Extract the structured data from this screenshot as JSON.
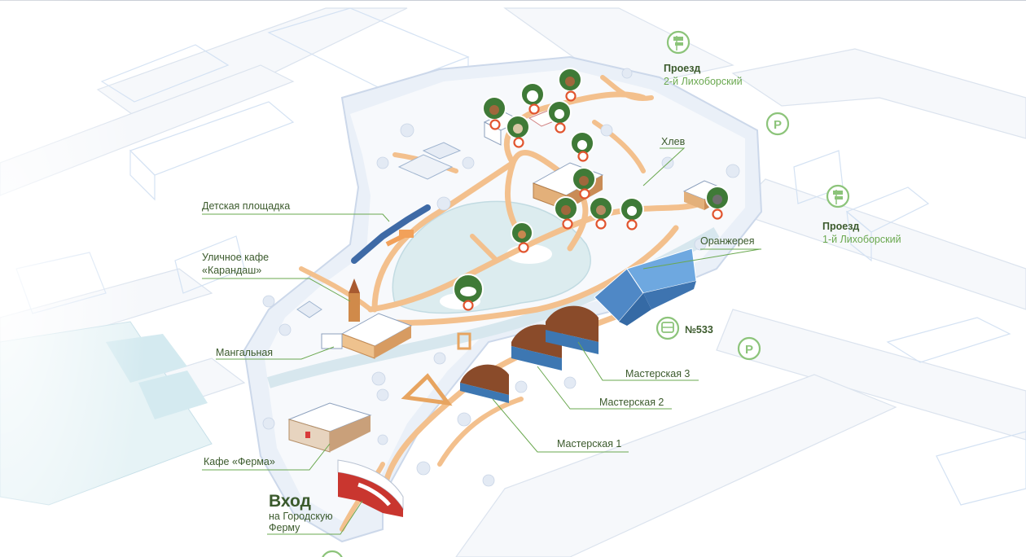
{
  "labels": {
    "proezd2_title": "Проезд",
    "proezd2_sub": "2-й Лихоборский",
    "proezd1_title": "Проезд",
    "proezd1_sub": "1-й Лихоборский",
    "hlev": "Хлев",
    "playground": "Детская площадка",
    "street_cafe_line1": "Уличное кафе",
    "street_cafe_line2": "«Карандаш»",
    "greenhouse": "Оранжерея",
    "bus": "№533",
    "grill": "Мангальная",
    "workshop3": "Мастерская 3",
    "workshop2": "Мастерская 2",
    "workshop1": "Мастерская 1",
    "cafe_farm": "Кафе «Ферма»",
    "entrance_title": "Вход",
    "entrance_sub1": "на Городскую",
    "entrance_sub2": "Ферму"
  },
  "icons": {
    "parking": "P",
    "signpost": "signpost-icon",
    "bus": "bus-icon",
    "animal": "animal-icon"
  },
  "colors": {
    "label_text": "#3b5a2c",
    "accent_green": "#6aa84f",
    "path_orange": "#f3c08d",
    "pond": "#dcecef",
    "animal_circle": "#3f7a37",
    "marker_ring": "#e1542e"
  }
}
